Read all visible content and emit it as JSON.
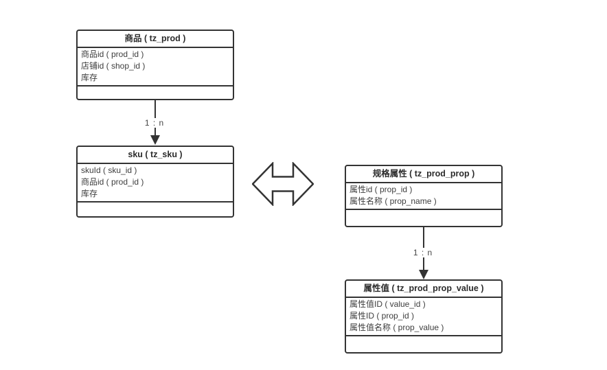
{
  "tables": [
    {
      "title": "商品 ( tz_prod )",
      "fields": [
        "商品id ( prod_id )",
        "店铺id ( shop_id )",
        "库存"
      ]
    },
    {
      "title": "sku ( tz_sku )",
      "fields": [
        "skuId ( sku_id )",
        "商品id ( prod_id )",
        "库存"
      ]
    },
    {
      "title": "规格属性 ( tz_prod_prop )",
      "fields": [
        "属性id ( prop_id )",
        "属性名称 ( prop_name )"
      ]
    },
    {
      "title": "属性值 ( tz_prod_prop_value )",
      "fields": [
        "属性值ID ( value_id )",
        "属性ID ( prop_id )",
        "属性值名称 ( prop_value )"
      ]
    }
  ],
  "relations": [
    {
      "label": "1 : n"
    },
    {
      "label": "1 : n"
    }
  ],
  "colors": {
    "border": "#333333",
    "header_text": "#2b2b2b",
    "field_text": "#3d3d3d",
    "background": "#ffffff"
  }
}
